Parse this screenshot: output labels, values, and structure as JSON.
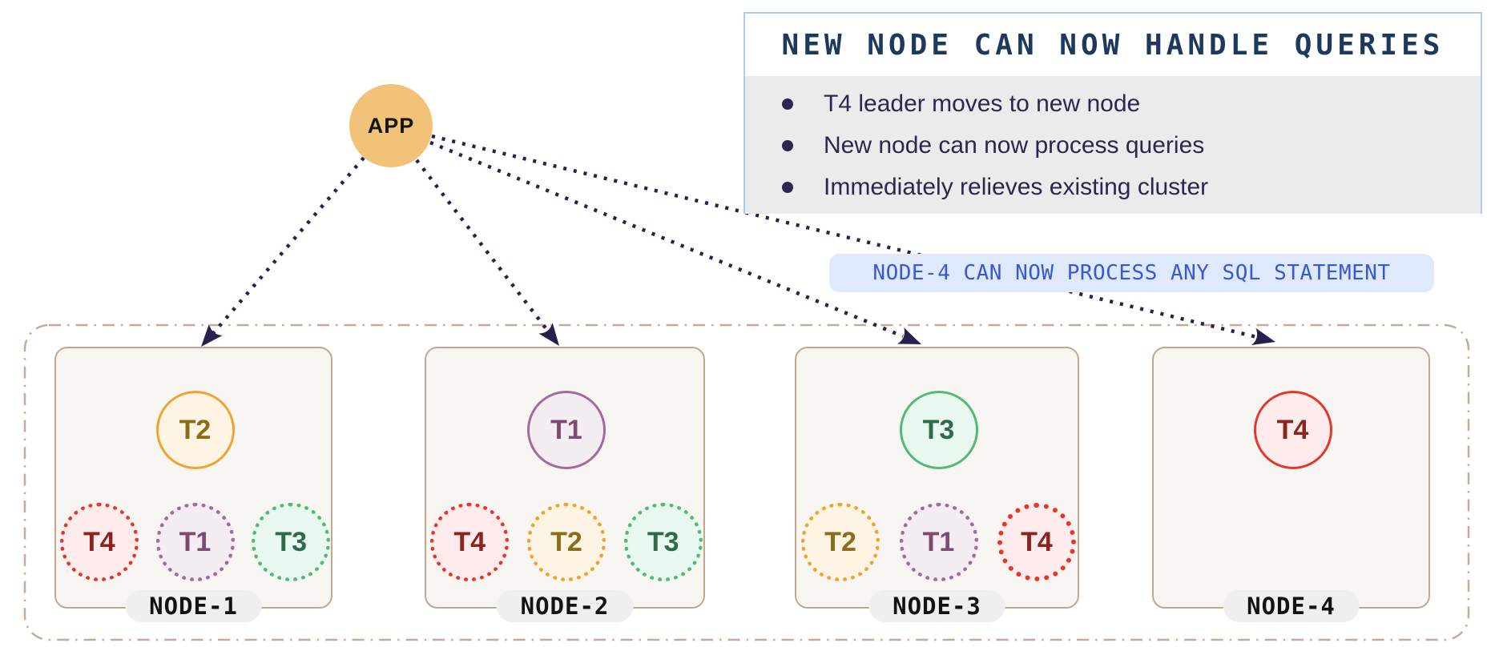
{
  "app": {
    "label": "APP"
  },
  "info_box": {
    "title": "NEW NODE CAN NOW HANDLE QUERIES",
    "bullets": [
      "T4 leader moves to new node",
      "New node can now process queries",
      "Immediately relieves existing cluster"
    ]
  },
  "callout": {
    "text": "NODE-4 CAN NOW PROCESS ANY SQL STATEMENT"
  },
  "cluster": {
    "nodes": [
      {
        "name": "NODE-1",
        "leader": {
          "label": "T2",
          "color": "orange"
        },
        "followers": [
          {
            "label": "T4",
            "color": "red"
          },
          {
            "label": "T1",
            "color": "purple"
          },
          {
            "label": "T3",
            "color": "green"
          }
        ]
      },
      {
        "name": "NODE-2",
        "leader": {
          "label": "T1",
          "color": "purple"
        },
        "followers": [
          {
            "label": "T4",
            "color": "red"
          },
          {
            "label": "T2",
            "color": "orange"
          },
          {
            "label": "T3",
            "color": "green"
          }
        ]
      },
      {
        "name": "NODE-3",
        "leader": {
          "label": "T3",
          "color": "green"
        },
        "followers": [
          {
            "label": "T2",
            "color": "orange"
          },
          {
            "label": "T1",
            "color": "purple"
          },
          {
            "label": "T4",
            "color": "red",
            "emphasis": true
          }
        ]
      },
      {
        "name": "NODE-4",
        "leader": {
          "label": "T4",
          "color": "red"
        },
        "followers": []
      }
    ]
  },
  "colors": {
    "arrow": "#26224e",
    "app_fill": "#f2c279",
    "info_border": "#aecbea",
    "info_title": "#1d3a5e",
    "info_body_bg": "#ebebeb",
    "info_text": "#2b2750",
    "callout_bg": "#dfe9fc",
    "callout_text": "#3a57d4",
    "boundary_border": "#c9a995",
    "node_box_bg": "#f8f6f3",
    "node_box_border": "#c3a78f",
    "pill_bg": "#efefef",
    "palettes": {
      "orange": {
        "border": "#f0a232",
        "fill": "#fdf4e3",
        "text": "#8a6d1b"
      },
      "purple": {
        "border": "#a6699a",
        "fill": "#f4edf3",
        "text": "#7d4a72"
      },
      "green": {
        "border": "#55b877",
        "fill": "#e9f8ef",
        "text": "#2f6b4b"
      },
      "red": {
        "border": "#e2382c",
        "fill": "#fdeceb",
        "text": "#8b2420"
      }
    }
  }
}
